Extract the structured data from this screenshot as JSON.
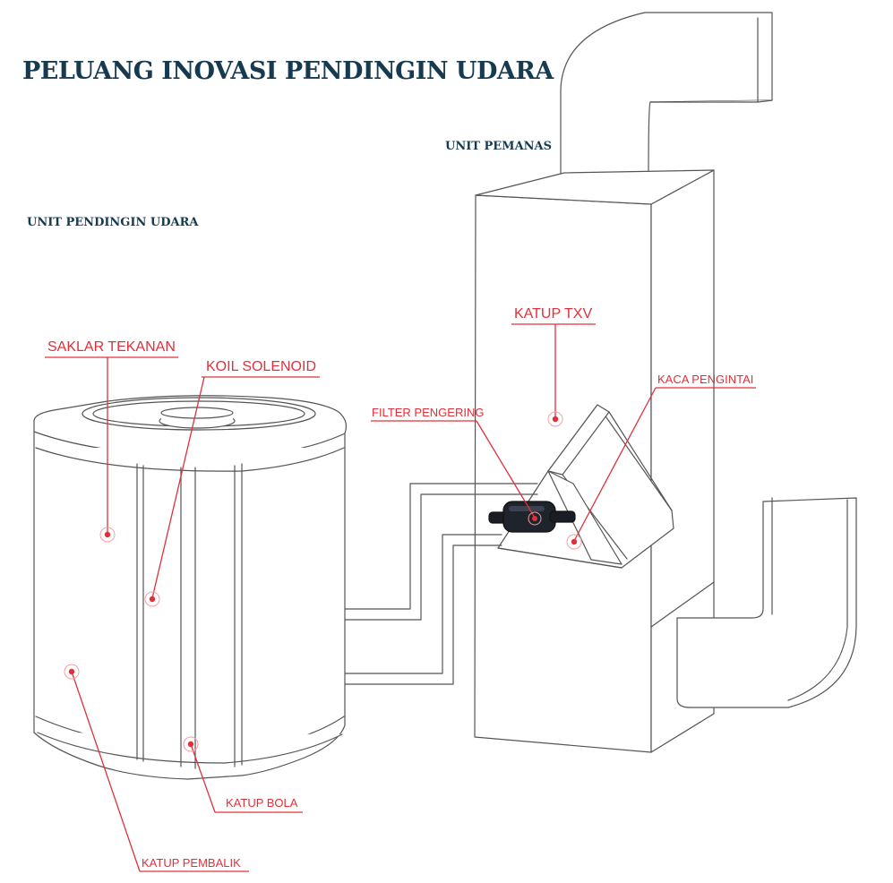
{
  "title": "PELUANG INOVASI PENDINGIN UDARA",
  "units": {
    "heater": "UNIT PEMANAS",
    "air_conditioner": "UNIT PENDINGIN UDARA"
  },
  "callouts": {
    "pressure_switch": "SAKLAR TEKANAN",
    "solenoid_coil": "KOIL SOLENOID",
    "txv_valve": "KATUP TXV",
    "sight_glass": "KACA PENGINTAI",
    "filter_drier": "FILTER PENGERING",
    "ball_valve": "KATUP BOLA",
    "reversing_valve": "KATUP PEMBALIK"
  },
  "colors": {
    "callout": "#e0303a",
    "heading": "#163a4f",
    "outline": "#555555"
  }
}
